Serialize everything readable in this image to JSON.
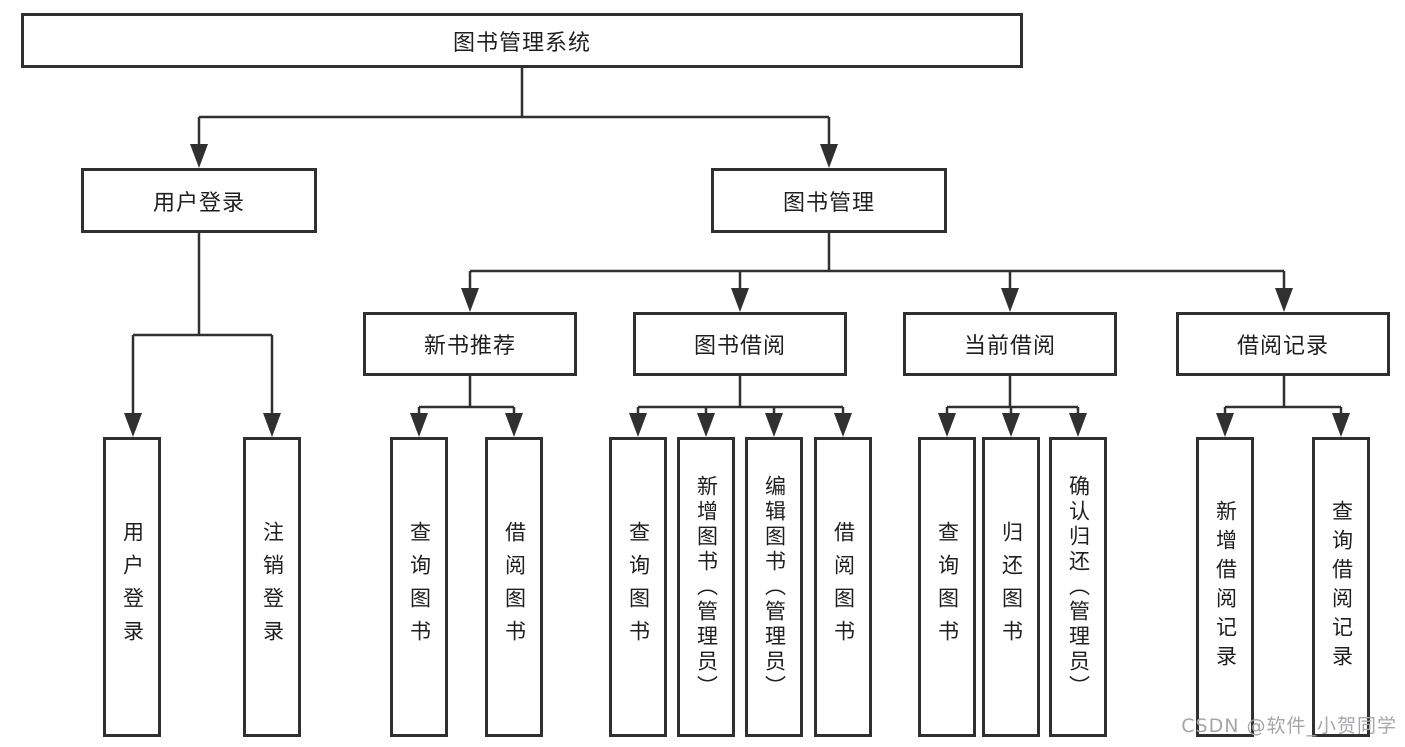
{
  "diagram": {
    "root": "图书管理系统",
    "branches": [
      {
        "label": "用户登录",
        "children": [
          "用户登录",
          "注销登录"
        ]
      },
      {
        "label": "图书管理",
        "modules": [
          {
            "label": "新书推荐",
            "children": [
              "查询图书",
              "借阅图书"
            ]
          },
          {
            "label": "图书借阅",
            "children": [
              "查询图书",
              "新增图书（管理员）",
              "编辑图书（管理员）",
              "借阅图书"
            ]
          },
          {
            "label": "当前借阅",
            "children": [
              "查询图书",
              "归还图书",
              "确认归还（管理员）"
            ]
          },
          {
            "label": "借阅记录",
            "children": [
              "新增借阅记录",
              "查询借阅记录"
            ]
          }
        ]
      }
    ]
  },
  "watermark": "CSDN @软件_小贺同学",
  "colors": {
    "line": "#303030",
    "text": "#1f1f1f",
    "box_background": "#ffffff",
    "watermark": "#a6a6ab",
    "background": "#ffffff"
  }
}
